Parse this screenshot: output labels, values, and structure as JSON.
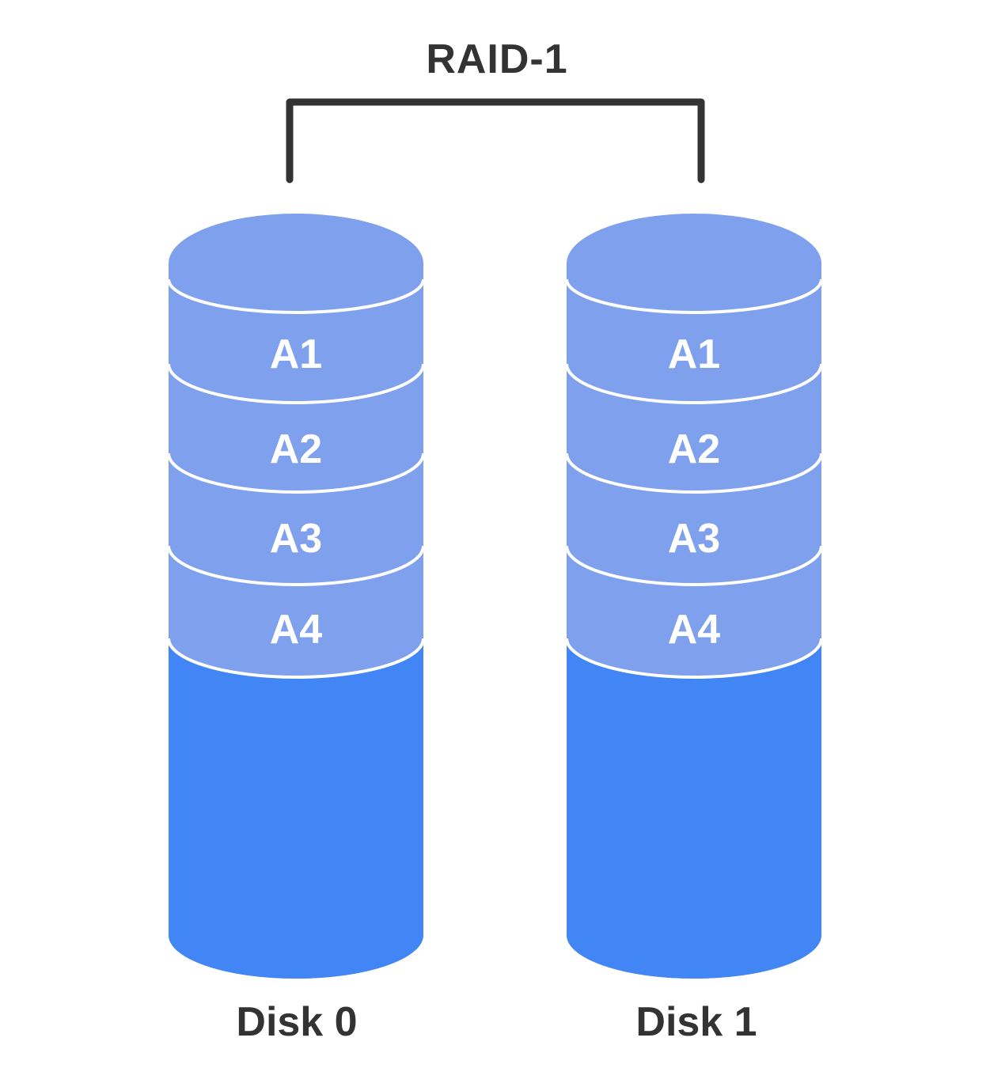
{
  "diagram": {
    "title": "RAID-1",
    "colors": {
      "block_fill": "#7FA0ED",
      "disk_fill": "#4285F4",
      "divider": "#FFFFFF",
      "block_label": "#FFFFFF",
      "text": "#333333"
    },
    "disks": [
      {
        "name": "Disk 0",
        "blocks": [
          "A1",
          "A2",
          "A3",
          "A4"
        ]
      },
      {
        "name": "Disk 1",
        "blocks": [
          "A1",
          "A2",
          "A3",
          "A4"
        ]
      }
    ]
  }
}
